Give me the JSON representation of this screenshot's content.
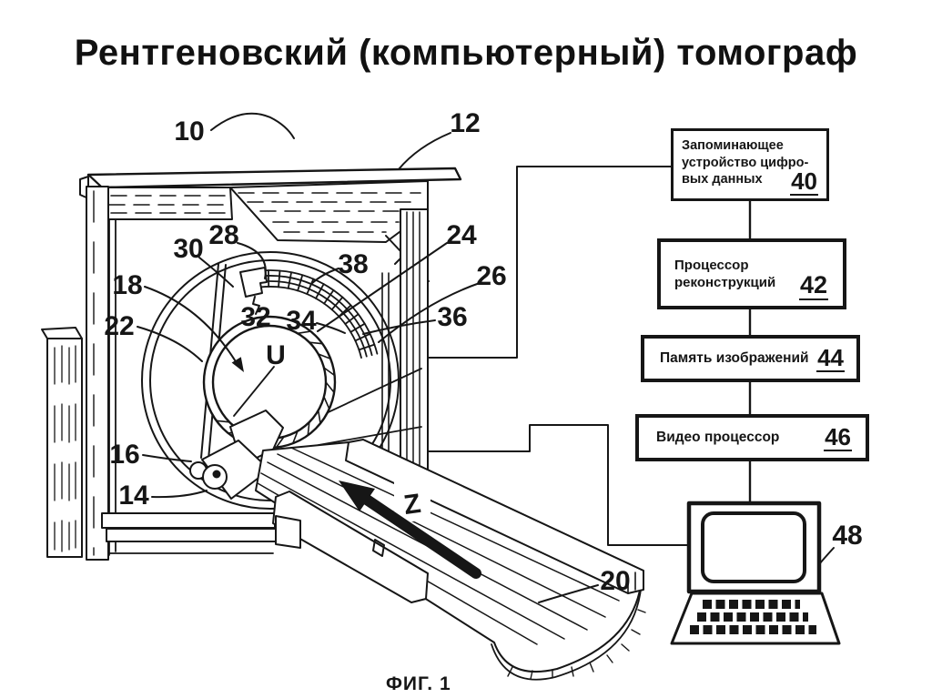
{
  "title": "Рентгеновский (компьютерный) томограф",
  "figure": {
    "caption": "ФИГ. 1",
    "bore_label": "U",
    "axis_label": "Z",
    "labels": {
      "n10": "10",
      "n12": "12",
      "n14": "14",
      "n16": "16",
      "n18": "18",
      "n20": "20",
      "n22": "22",
      "n24": "24",
      "n26": "26",
      "n28": "28",
      "n30": "30",
      "n32": "32",
      "n34": "34",
      "n36": "36",
      "n38": "38",
      "n48": "48"
    }
  },
  "blocks": {
    "b40": {
      "lines": [
        "Запоминающее",
        "устройство цифро-",
        "вых данных"
      ],
      "ref": "40"
    },
    "b42": {
      "lines": [
        "Процессор",
        "реконструкций"
      ],
      "ref": "42"
    },
    "b44": {
      "lines": [
        "Память изображений"
      ],
      "ref": "44"
    },
    "b46": {
      "lines": [
        "Видео процессор"
      ],
      "ref": "46"
    }
  },
  "colors": {
    "ink": "#161616",
    "paper": "#ffffff"
  }
}
